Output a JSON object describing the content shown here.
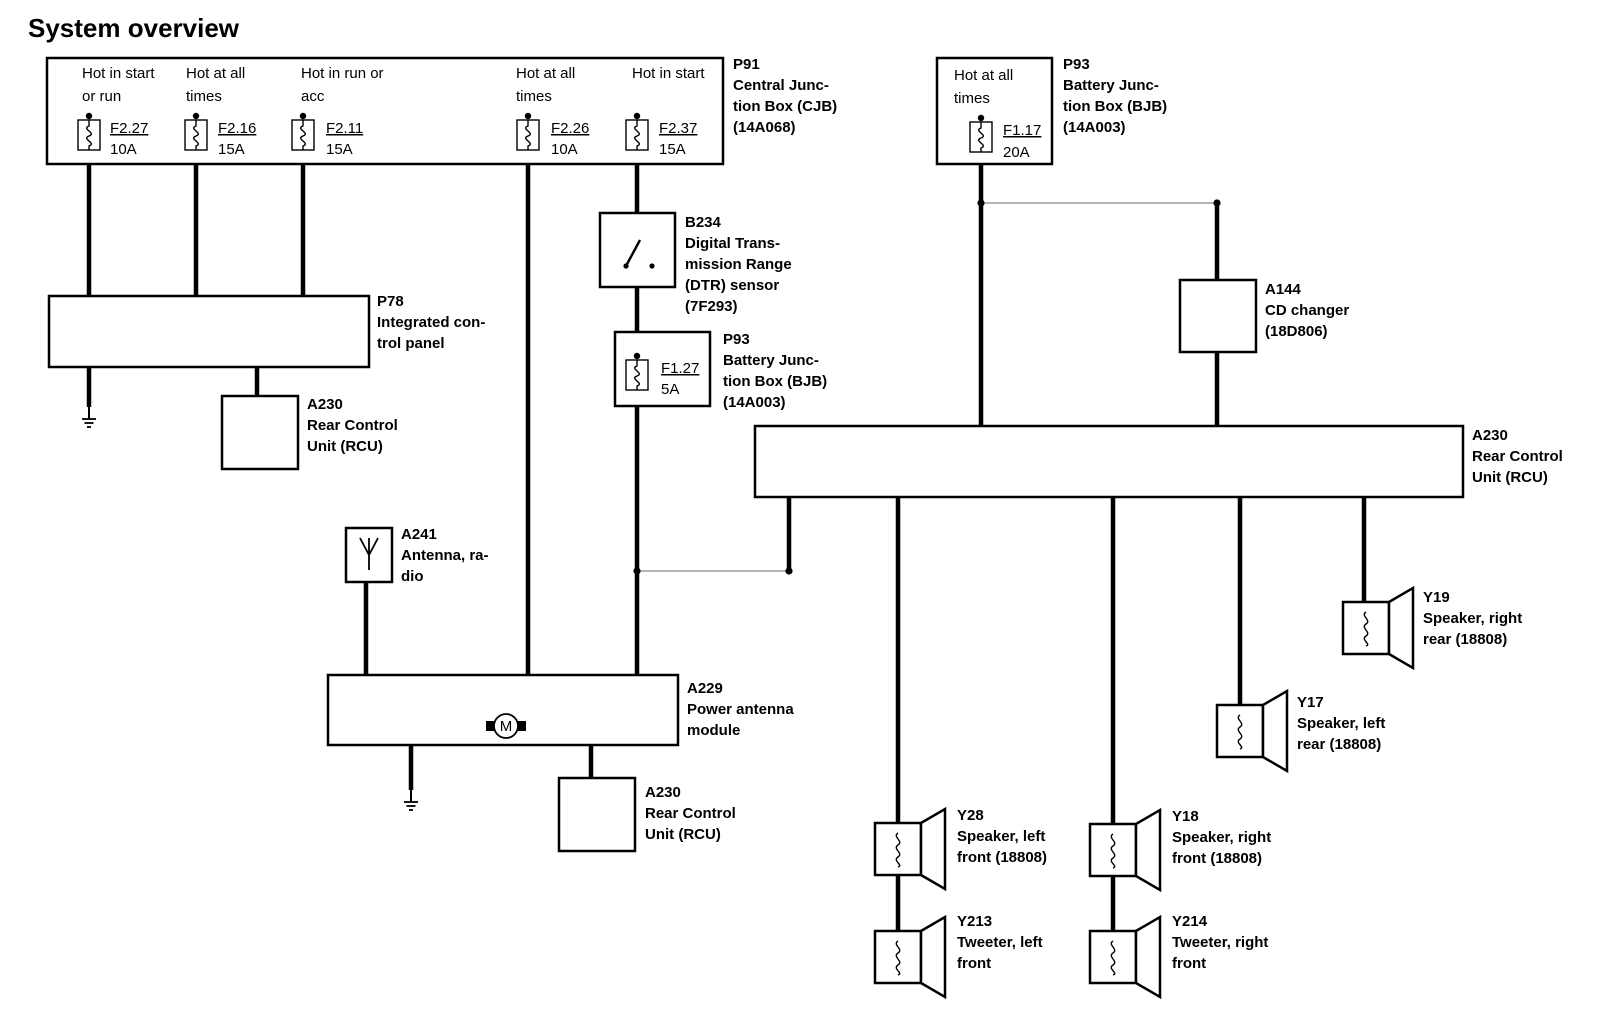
{
  "title": "System overview",
  "cjb": {
    "labels": [
      "P91",
      "Central Junc-",
      "tion Box (CJB)",
      "(14A068)"
    ],
    "feeds": [
      {
        "l1": "Hot in start",
        "l2": "or run",
        "fuse": "F2.27",
        "amps": "10A"
      },
      {
        "l1": "Hot at all",
        "l2": "times",
        "fuse": "F2.16",
        "amps": "15A"
      },
      {
        "l1": "Hot in run or",
        "l2": "acc",
        "fuse": "F2.11",
        "amps": "15A"
      },
      {
        "l1": "Hot at all",
        "l2": "times",
        "fuse": "F2.26",
        "amps": "10A"
      },
      {
        "l1": "Hot in start",
        "l2": "",
        "fuse": "F2.37",
        "amps": "15A"
      }
    ]
  },
  "bjb_top": {
    "labels": [
      "P93",
      "Battery Junc-",
      "tion Box (BJB)",
      "(14A003)"
    ],
    "feed": {
      "l1": "Hot at all",
      "l2": "times",
      "fuse": "F1.17",
      "amps": "20A"
    }
  },
  "dtr": {
    "labels": [
      "B234",
      "Digital Trans-",
      "mission Range",
      "(DTR) sensor",
      "(7F293)"
    ]
  },
  "bjb_mid": {
    "labels": [
      "P93",
      "Battery Junc-",
      "tion Box (BJB)",
      "(14A003)"
    ],
    "fuse": "F1.27",
    "amps": "5A"
  },
  "icp": {
    "labels": [
      "P78",
      "Integrated con-",
      "trol panel"
    ]
  },
  "rcu_left": {
    "labels": [
      "A230",
      "Rear Control",
      "Unit (RCU)"
    ]
  },
  "antenna": {
    "labels": [
      "A241",
      "Antenna, ra-",
      "dio"
    ]
  },
  "pam": {
    "labels": [
      "A229",
      "Power antenna",
      "module"
    ],
    "motor": "M"
  },
  "rcu_bottom": {
    "labels": [
      "A230",
      "Rear Control",
      "Unit (RCU)"
    ]
  },
  "cd": {
    "labels": [
      "A144",
      "CD changer",
      "(18D806)"
    ]
  },
  "rcu_main": {
    "labels": [
      "A230",
      "Rear Control",
      "Unit (RCU)"
    ]
  },
  "speakers": {
    "y19": [
      "Y19",
      "Speaker, right",
      "rear (18808)"
    ],
    "y17": [
      "Y17",
      "Speaker, left",
      "rear (18808)"
    ],
    "y28": [
      "Y28",
      "Speaker, left",
      "front (18808)"
    ],
    "y18": [
      "Y18",
      "Speaker, right",
      "front (18808)"
    ],
    "y213": [
      "Y213",
      "Tweeter, left",
      "front"
    ],
    "y214": [
      "Y214",
      "Tweeter, right",
      "front"
    ]
  }
}
